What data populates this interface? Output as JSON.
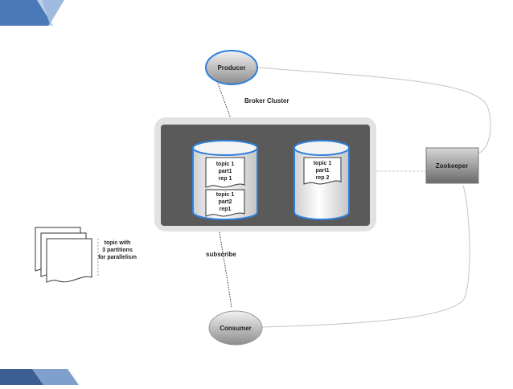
{
  "accent_colors": {
    "top_band": "#4a78b8",
    "top_band_light": "#bcd0ea",
    "bottom_band": "#3b5f92",
    "bottom_band_light": "#7f9fcc",
    "outline_blue": "#2f7fdc"
  },
  "nodes": {
    "producer": "Producer",
    "consumer": "Consumer",
    "zookeeper": "Zookeeper"
  },
  "labels": {
    "broker_cluster": "Broker Cluster",
    "subscribe": "subscribe"
  },
  "brokers": [
    {
      "partitions": [
        {
          "lines": [
            "topic 1",
            "part1",
            "rep 1"
          ]
        },
        {
          "lines": [
            "topic 1",
            "part2",
            "rep1"
          ]
        }
      ]
    },
    {
      "partitions": [
        {
          "lines": [
            "topic 1",
            "part1",
            "rep 2"
          ]
        }
      ]
    }
  ],
  "legend": {
    "lines": [
      "topic with",
      "3 partitions",
      "for parallelism"
    ]
  }
}
